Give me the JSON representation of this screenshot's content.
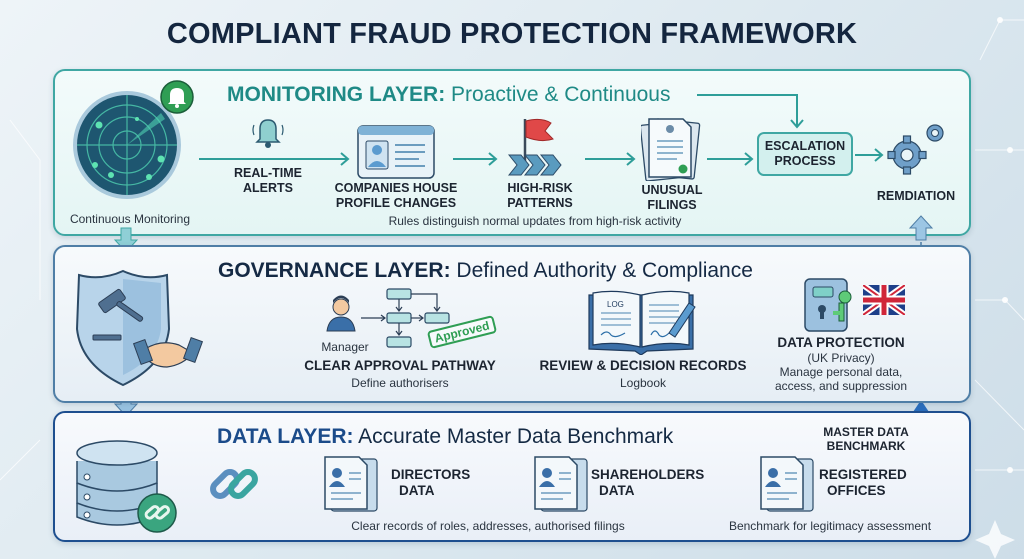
{
  "title": "COMPLIANT FRAUD PROTECTION FRAMEWORK",
  "colors": {
    "monitoring_accent": "#3fa7a3",
    "governance_accent": "#4f7ea6",
    "data_accent": "#1e4f8f",
    "title": "#14263f",
    "alert_red": "#e04848",
    "approved_green": "#2f9e54"
  },
  "monitoring_layer": {
    "title_bold": "MONITORING LAYER:",
    "title_rest": " Proactive & Continuous",
    "radar_caption": "Continuous Monitoring",
    "steps": [
      {
        "icon": "bell-icon",
        "label_line1": "REAL-TIME",
        "label_line2": "ALERTS"
      },
      {
        "icon": "profile-card-icon",
        "label_line1": "COMPANIES HOUSE",
        "label_line2": "PROFILE CHANGES"
      },
      {
        "icon": "red-flag-icon",
        "label_line1": "HIGH-RISK",
        "label_line2": "PATTERNS"
      },
      {
        "icon": "documents-icon",
        "label_line1": "UNUSUAL",
        "label_line2": "FILINGS"
      }
    ],
    "escalation_line1": "ESCALATION",
    "escalation_line2": "PROCESS",
    "remediation": "REMDIATION",
    "rules_note": "Rules distinguish normal updates from high-risk activity"
  },
  "governance_layer": {
    "title_bold": "GOVERNANCE LAYER:",
    "title_rest": " Defined Authority & Compliance",
    "approval": {
      "manager_label": "Manager",
      "stamp": "Approved",
      "title": "CLEAR APPROVAL PATHWAY",
      "subtitle": "Define authorisers"
    },
    "records": {
      "log_label": "LOG",
      "title": "REVIEW & DECISION RECORDS",
      "subtitle": "Logbook"
    },
    "data_protection": {
      "title": "DATA PROTECTION",
      "subtitle": "(UK Privacy)",
      "desc_line1": "Manage personal data,",
      "desc_line2": "access, and suppression"
    }
  },
  "data_layer": {
    "title_bold": "DATA LAYER:",
    "title_rest": " Accurate Master Data Benchmark",
    "items": [
      {
        "label_line1": "DIRECTORS",
        "label_line2": "DATA"
      },
      {
        "label_line1": "SHAREHOLDERS",
        "label_line2": "DATA"
      },
      {
        "label_line1": "REGISTERED",
        "label_line2": "OFFICES"
      }
    ],
    "records_note": "Clear records of roles, addresses, authorised filings",
    "benchmark_note": "Benchmark for legitimacy assessment",
    "master_line1": "MASTER DATA",
    "master_line2": "BENCHMARK"
  }
}
